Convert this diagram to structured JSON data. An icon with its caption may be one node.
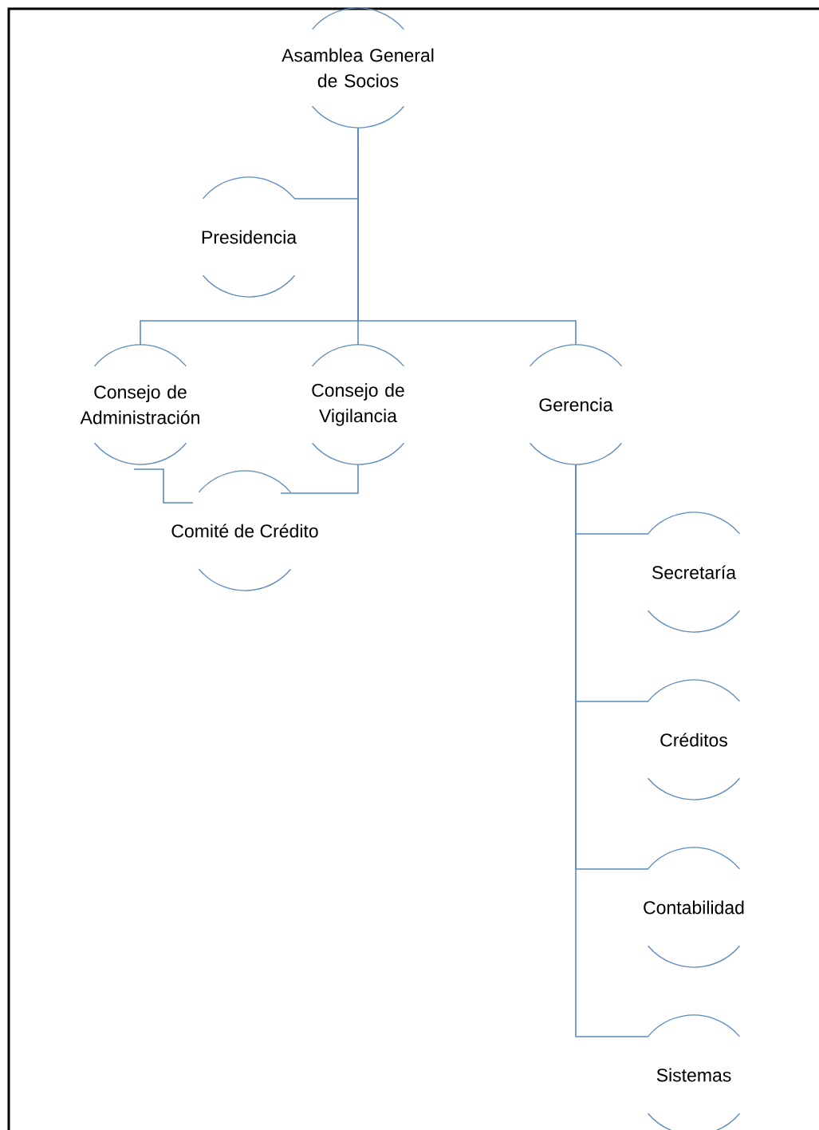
{
  "diagram": {
    "nodes": [
      {
        "text": [
          "Asamblea General de Socios"
        ]
      },
      {
        "text": [
          "Presidencia"
        ]
      },
      {
        "text": [
          "Consejo de Administración"
        ]
      },
      {
        "text": [
          "Consejo de Vigilancia"
        ]
      },
      {
        "text": [
          "Gerencia"
        ]
      },
      {
        "text": [
          "Comité de Crédito"
        ]
      },
      {
        "text": [
          "Secretaría"
        ]
      },
      {
        "text": [
          "Créditos"
        ]
      },
      {
        "text": [
          "Contabilidad"
        ]
      },
      {
        "text": [
          "Sistemas"
        ]
      }
    ],
    "edges": [
      {
        "from": 0,
        "to": 1,
        "arrow": "none"
      },
      {
        "from": 0,
        "to": 2,
        "arrow": "none"
      },
      {
        "from": 0,
        "to": 3,
        "arrow": "none"
      },
      {
        "from": 0,
        "to": 4,
        "arrow": "none"
      },
      {
        "from": 2,
        "to": 5,
        "arrow": "none"
      },
      {
        "from": 3,
        "to": 5,
        "arrow": "none"
      },
      {
        "from": 4,
        "to": 6,
        "arrow": "none"
      },
      {
        "from": 4,
        "to": 7,
        "arrow": "none"
      },
      {
        "from": 4,
        "to": 8,
        "arrow": "none"
      },
      {
        "from": 4,
        "to": 9,
        "arrow": "none"
      }
    ]
  }
}
